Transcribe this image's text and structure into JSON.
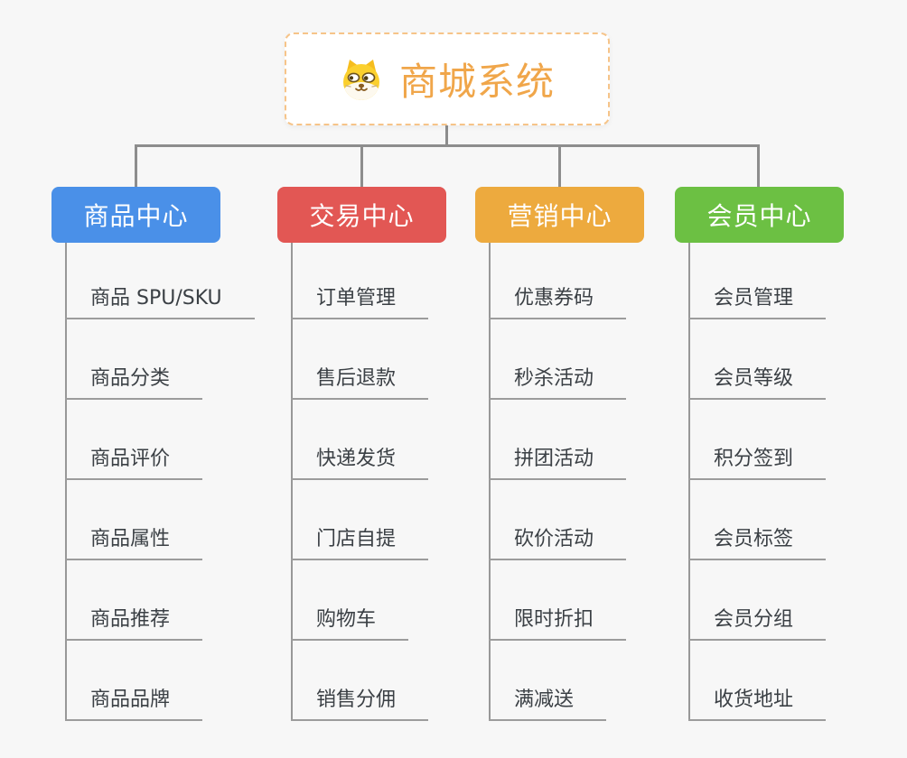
{
  "root": {
    "title": "商城系统",
    "icon": "dog-face-icon"
  },
  "branches": [
    {
      "id": "product-center",
      "label": "商品中心",
      "color": "#4a90e8",
      "children": [
        "商品 SPU/SKU",
        "商品分类",
        "商品评价",
        "商品属性",
        "商品推荐",
        "商品品牌"
      ]
    },
    {
      "id": "trade-center",
      "label": "交易中心",
      "color": "#e25754",
      "children": [
        "订单管理",
        "售后退款",
        "快递发货",
        "门店自提",
        "购物车",
        "销售分佣"
      ]
    },
    {
      "id": "marketing-center",
      "label": "营销中心",
      "color": "#edaa3e",
      "children": [
        "优惠券码",
        "秒杀活动",
        "拼团活动",
        "砍价活动",
        "限时折扣",
        "满减送"
      ]
    },
    {
      "id": "member-center",
      "label": "会员中心",
      "color": "#6cc043",
      "children": [
        "会员管理",
        "会员等级",
        "积分签到",
        "会员标签",
        "会员分组",
        "收货地址"
      ]
    }
  ],
  "colors": {
    "background": "#f7f7f7",
    "root_text": "#f0a64a",
    "root_border": "#f6c489",
    "connector": "#8d8d8d",
    "leaf_underline": "#9c9c9c",
    "leaf_text": "#3b4045"
  }
}
